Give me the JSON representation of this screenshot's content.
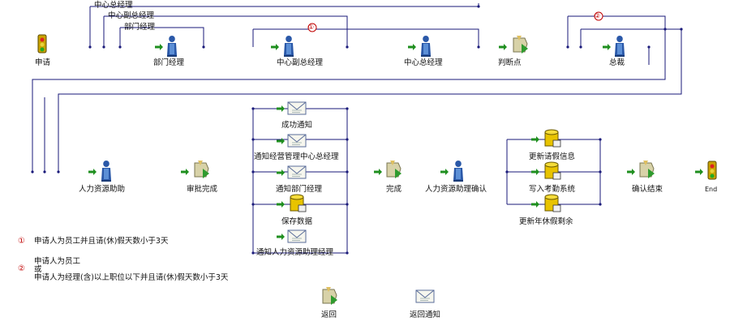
{
  "lanes": {
    "center_gm": "中心总经理",
    "center_vice_gm": "中心副总经理",
    "dept_manager": "部门经理"
  },
  "nodes": {
    "apply": "申请",
    "dept_manager": "部门经理",
    "center_vice_gm": "中心副总经理",
    "center_gm": "中心总经理",
    "judge_point": "判断点",
    "president": "总裁",
    "hr_assistant": "人力资源助助",
    "approval_done": "审批完成",
    "notify_success": "成功通知",
    "notify_mgmt_center_gm": "通知经营管理中心总经理",
    "notify_dept_manager": "通知部门经理",
    "save_data": "保存数据",
    "notify_hr_assistant_manager": "通知人力资源助理经理",
    "finish": "完成",
    "hr_assistant_confirm": "人力资源助理确认",
    "update_leave_info": "更新请假信息",
    "write_attendance": "写入考勤系统",
    "update_annual_leave": "更新年休假剩余",
    "confirm_end": "确认结束",
    "end": "End",
    "return": "返回",
    "return_notify": "返回通知"
  },
  "notes": {
    "n1_mark": "①",
    "n1_text": "申请人为员工并且请(休)假天数小于3天",
    "n2_mark": "②",
    "n2_line1": "申请人为员工",
    "n2_line2": "或",
    "n2_line3": "申请人为经理(含)以上职位以下并且请(休)假天数小于3天"
  },
  "markers": {
    "m1": "①",
    "m2": "②"
  },
  "icons": {
    "start": "traffic-light-icon",
    "person": "person-icon",
    "decision": "decision-icon",
    "mail": "envelope-icon",
    "database": "database-icon"
  },
  "colors": {
    "line": "#1a1a7a",
    "arrow": "#1f8f1f",
    "marker": "#c00000"
  }
}
